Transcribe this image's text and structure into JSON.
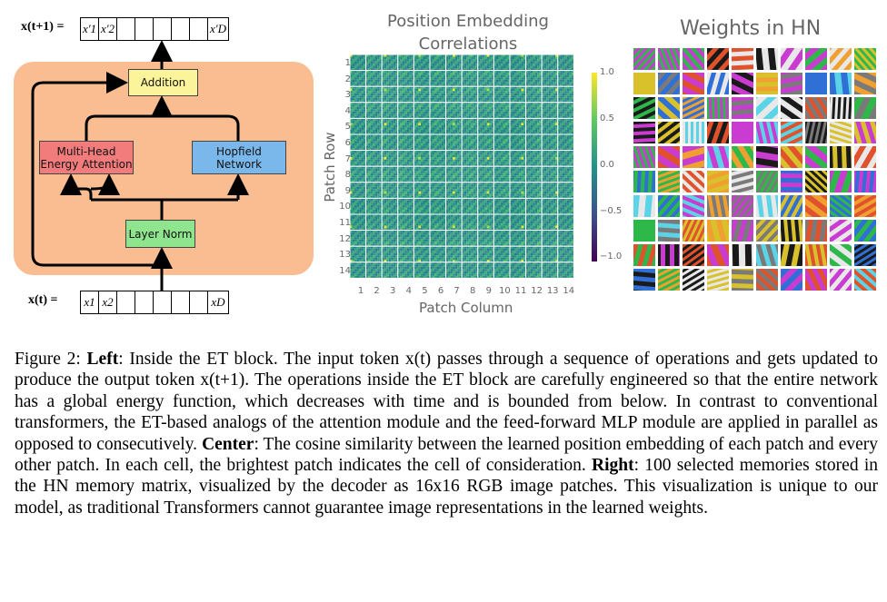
{
  "left": {
    "output_label": "x(t+1) =",
    "input_label": "x(t) =",
    "output_cells": [
      "x′1",
      "x′2",
      "",
      "",
      "",
      "",
      "",
      "x′D"
    ],
    "input_cells": [
      "x1",
      "x2",
      "",
      "",
      "",
      "",
      "",
      "xD"
    ],
    "addition": "Addition",
    "mhea_line1": "Multi-Head",
    "mhea_line2": "Energy Attention",
    "hopfield_line1": "Hopfield",
    "hopfield_line2": "Network",
    "layer_norm": "Layer Norm",
    "colors": {
      "block": "#f9bd91",
      "addition": "#fbf49a",
      "mhea": "#f27c7c",
      "hopfield": "#7ab8ec",
      "layer_norm": "#8ee58e"
    }
  },
  "center": {
    "title_line1": "Position Embedding",
    "title_line2": "Correlations",
    "xlabel": "Patch Column",
    "ylabel": "Patch Row",
    "ticks": [
      "1",
      "2",
      "3",
      "4",
      "5",
      "6",
      "7",
      "8",
      "9",
      "10",
      "11",
      "12",
      "13",
      "14"
    ],
    "colorbar_ticks": [
      "1.0",
      "0.5",
      "0.0",
      "−0.5",
      "−1.0"
    ]
  },
  "right": {
    "title": "Weights in HN"
  },
  "caption": {
    "fig": "Figure 2: ",
    "left_b": "Left",
    "p1": ": Inside the ET block. The input token x(t) passes through a sequence of operations and gets updated to produce the output token x(t+1). The operations inside the ET block are carefully engineered so that the entire network has a global energy function, which decreases with time and is bounded from below. In contrast to conventional transformers, the ET-based analogs of the attention module and the feed-forward MLP module are applied in parallel as opposed to consecutively. ",
    "center_b": "Center",
    "p2": ": The cosine similarity between the learned position embedding of each patch and every other patch. In each cell, the brightest patch indicates the cell of consideration. ",
    "right_b": "Right",
    "p3": ": 100 selected memories stored in the HN memory matrix, visualized by the decoder as 16x16 RGB image patches. This visualization is unique to our model, as traditional Transformers cannot guarantee image representations in the learned weights."
  }
}
